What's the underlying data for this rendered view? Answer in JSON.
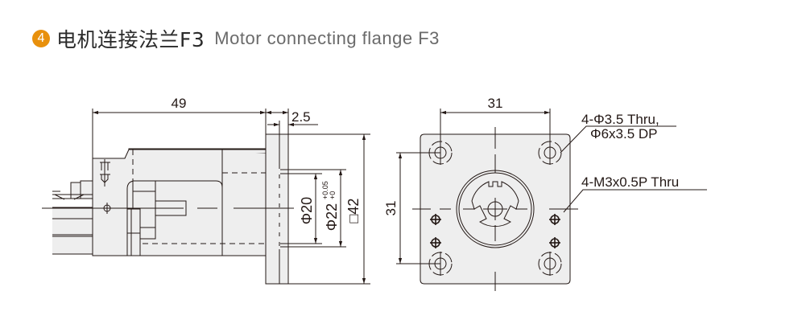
{
  "header": {
    "badge_number": "4",
    "title_cn": "电机连接法兰F3",
    "title_en": "Motor connecting flange F3",
    "badge_color": "#e8900c"
  },
  "side_view": {
    "dim_length": "49",
    "dim_thickness": "2.5",
    "dim_bore": "Φ20",
    "dim_spigot": "Φ22",
    "dim_spigot_tol_upper": "+0.05",
    "dim_spigot_tol_lower": "+0",
    "dim_square": "□42"
  },
  "front_view": {
    "dim_pitch_h": "31",
    "dim_pitch_v": "31",
    "note_counterbore_line1": "4-Φ3.5 Thru,",
    "note_counterbore_line2": "Φ6x3.5 DP",
    "note_thread": "4-M3x0.5P Thru"
  },
  "colors": {
    "fill": "#eeeeee",
    "line": "#231815"
  }
}
